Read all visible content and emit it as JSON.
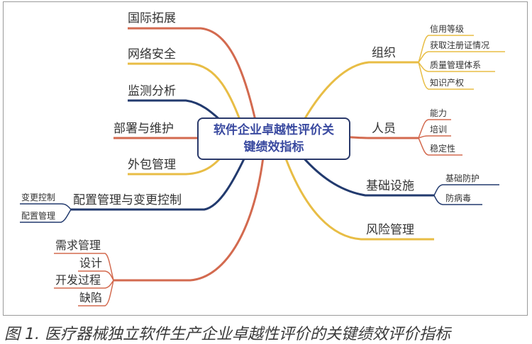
{
  "center": {
    "title_line1": "软件企业卓越性评价关",
    "title_line2": "键绩效指标"
  },
  "left_branches": [
    {
      "label": "国际拓展",
      "color": "#d36a4f"
    },
    {
      "label": "网络安全",
      "color": "#e8bd45"
    },
    {
      "label": "监测分析",
      "color": "#223a6e"
    },
    {
      "label": "部署与维护",
      "color": "#d36a4f"
    },
    {
      "label": "外包管理",
      "color": "#e8bd45"
    },
    {
      "label": "配置管理与变更控制",
      "color": "#223a6e",
      "children": [
        "变更控制",
        "配置管理"
      ]
    },
    {
      "label": "",
      "color": "#d36a4f",
      "children": [
        "需求管理",
        "设计",
        "开发过程",
        "缺陷"
      ]
    }
  ],
  "right_branches": [
    {
      "label": "组织",
      "color": "#e8bd45",
      "children": [
        "信用等级",
        "获取注册证情况",
        "质量管理体系",
        "知识产权"
      ]
    },
    {
      "label": "人员",
      "color": "#d36a4f",
      "children": [
        "能力",
        "培训",
        "稳定性"
      ]
    },
    {
      "label": "基础设施",
      "color": "#223a6e",
      "children": [
        "基础防护",
        "防病毒"
      ]
    },
    {
      "label": "风险管理",
      "color": "#e8bd45"
    }
  ],
  "caption": "图 1. 医疗器械独立软件生产企业卓越性评价的关键绩效评价指标"
}
